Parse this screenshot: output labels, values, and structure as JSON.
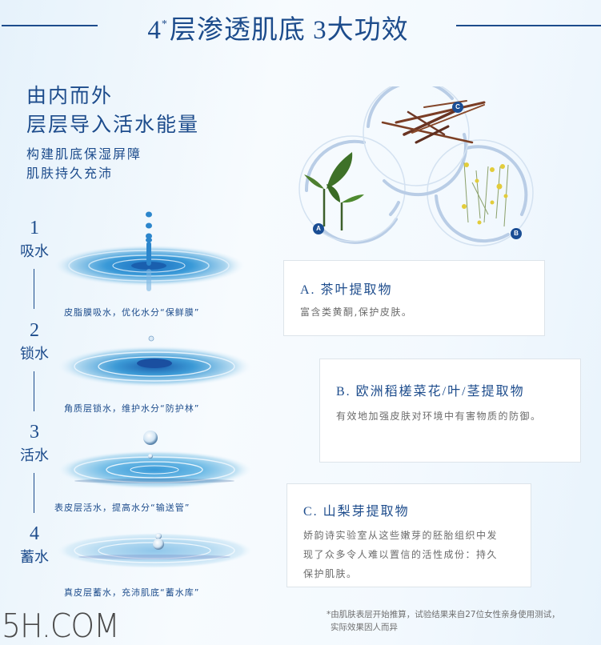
{
  "header": {
    "title_prefix": "4",
    "title_star": "*",
    "title_main": "层渗透肌底  3大功效"
  },
  "intro": {
    "headline_line1": "由内而外",
    "headline_line2": "层层导入活水能量",
    "sub_line1": "构建肌底保湿屏障",
    "sub_line2": "肌肤持久充沛"
  },
  "steps": [
    {
      "number": "1",
      "label": "吸水",
      "caption": "皮脂膜吸水，优化水分“保鲜膜”"
    },
    {
      "number": "2",
      "label": "锁水",
      "caption": "角质层锁水，维护水分“防护林”"
    },
    {
      "number": "3",
      "label": "活水",
      "caption": "表皮层活水，提高水分“输送管”"
    },
    {
      "number": "4",
      "label": "蓄水",
      "caption": "真皮层蓄水，充沛肌底“蓄水库”"
    }
  ],
  "ingredients_graphic": {
    "badges": [
      "A",
      "B",
      "C"
    ],
    "images": [
      "tea-leaf",
      "hawkweed-flowers",
      "mountain-pear-buds"
    ]
  },
  "cards": [
    {
      "title": "A. 茶叶提取物",
      "body": [
        "富含类黄酮,保护皮肤。"
      ]
    },
    {
      "title": "B. 欧洲稻槎菜花/叶/茎提取物",
      "body": [
        "有效地加强皮肤对环境中有害物质的防御。"
      ]
    },
    {
      "title": "C. 山梨芽提取物",
      "body": [
        "娇韵诗实验室从这些嫩芽的胚胎组织中发",
        "现了众多令人难以置信的活性成份：持久",
        "保护肌肤。"
      ]
    }
  ],
  "footnote": {
    "line1": "*由肌肤表层开始推算，试验结果来自27位女性亲身使用测试，",
    "line2": "实际效果因人而异"
  },
  "watermark": "5H.COM",
  "colors": {
    "brand_blue": "#1d4c8c",
    "badge_blue": "#1a4d94",
    "water_blue": "#2a8fd0",
    "ring_blue": "#b9cde6"
  }
}
